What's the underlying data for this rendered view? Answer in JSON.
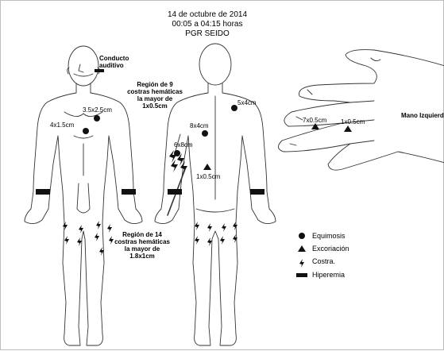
{
  "header": {
    "date": "14 de octubre de 2014",
    "time": "00:05 a 04:15 horas",
    "agency": "PGR SEIDO"
  },
  "annotations": {
    "ear": [
      "Conducto",
      "auditivo"
    ],
    "chest_left": "3.5x2.5cm",
    "chest_mid": "4x1.5cm",
    "region9": [
      "Región de 9",
      "costras hemáticas",
      "la mayor de",
      "1x0.5cm"
    ],
    "back_shoulder": "5x4cm",
    "back_mid": "8x4cm",
    "back_side": "6x8cm",
    "back_low": "1x0.5cm",
    "region14": [
      "Región de 14",
      "costras hemáticas",
      "la mayor de",
      "1.8x1cm"
    ],
    "hand_left": "7x0.5cm",
    "hand_right": "1x0.5cm",
    "hand_title": "Mano Izquierda"
  },
  "legend": {
    "equimosis": "Equimosis",
    "excoriacion": "Excoriación",
    "costra": "Costra.",
    "hiperemia": "Hiperemia"
  },
  "icons": [
    "circle-marker",
    "triangle-marker",
    "lightning-marker",
    "bar-marker"
  ]
}
